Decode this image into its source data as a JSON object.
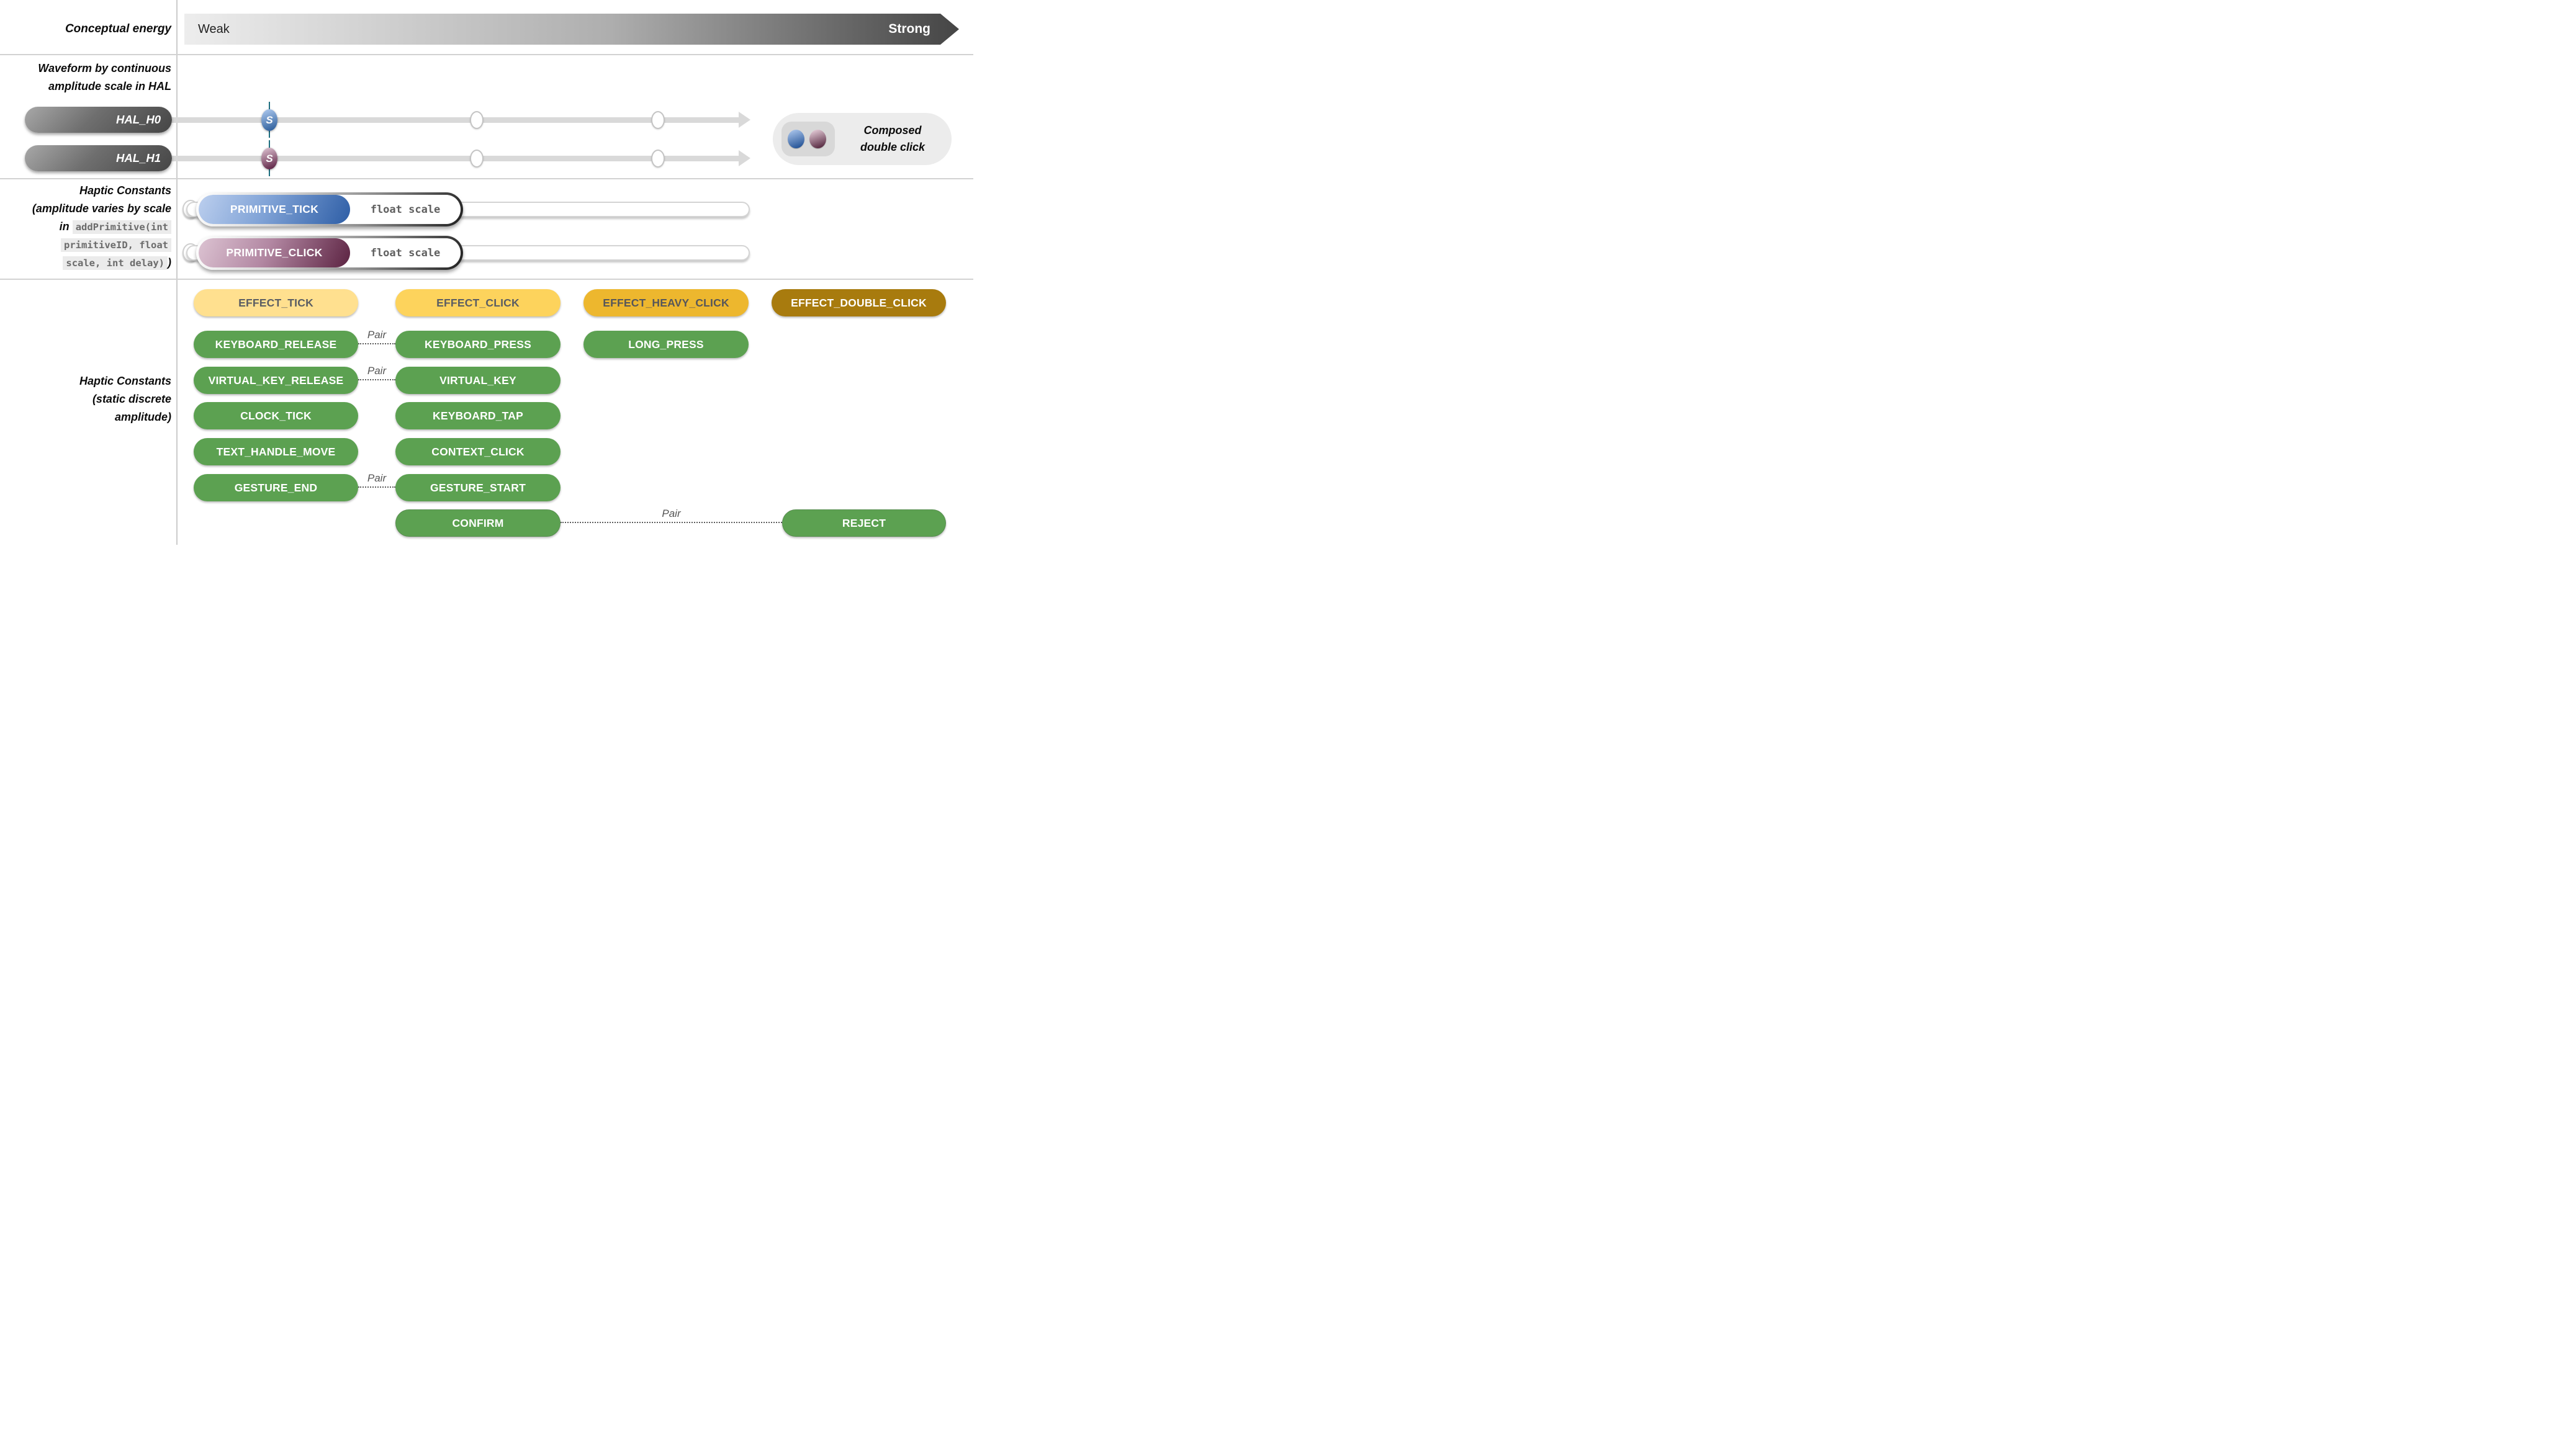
{
  "energy": {
    "label": "Conceptual energy",
    "weak": "Weak",
    "strong": "Strong"
  },
  "hal": {
    "title_line1": "Waveform by continuous",
    "title_line2": "amplitude scale in HAL",
    "rows": [
      {
        "name": "HAL_H0",
        "marker": "S"
      },
      {
        "name": "HAL_H1",
        "marker": "S"
      }
    ],
    "composed_line1": "Composed",
    "composed_line2": "double click"
  },
  "primitives": {
    "title_line1": "Haptic Constants",
    "title_line2": "(amplitude varies by scale",
    "in_word": "in",
    "code_line1": "addPrimitive(int",
    "code_line2": "primitiveID, float",
    "code_line3": "scale, int delay)",
    "close_paren": ")",
    "sliders": [
      {
        "label": "PRIMITIVE_TICK",
        "param": "float scale"
      },
      {
        "label": "PRIMITIVE_CLICK",
        "param": "float scale"
      }
    ]
  },
  "constants": {
    "title_line1": "Haptic Constants",
    "title_line2": "(static discrete",
    "title_line3": "amplitude)",
    "pair": "Pair",
    "buttons": {
      "effect_tick": "EFFECT_TICK",
      "effect_click": "EFFECT_CLICK",
      "effect_heavy_click": "EFFECT_HEAVY_CLICK",
      "effect_double_click": "EFFECT_DOUBLE_CLICK",
      "keyboard_release": "KEYBOARD_RELEASE",
      "keyboard_press": "KEYBOARD_PRESS",
      "long_press": "LONG_PRESS",
      "virtual_key_release": "VIRTUAL_KEY_RELEASE",
      "virtual_key": "VIRTUAL_KEY",
      "clock_tick": "CLOCK_TICK",
      "keyboard_tap": "KEYBOARD_TAP",
      "text_handle_move": "TEXT_HANDLE_MOVE",
      "context_click": "CONTEXT_CLICK",
      "gesture_end": "GESTURE_END",
      "gesture_start": "GESTURE_START",
      "confirm": "CONFIRM",
      "reject": "REJECT"
    }
  },
  "colors": {
    "green": "#5CA151",
    "yellow_light": "#FFE08F",
    "yellow": "#FDD35C",
    "amber": "#EDB72E",
    "gold_dark": "#A87B0E",
    "blue_dark": "#2E5EA6",
    "maroon_dark": "#5C2342",
    "teal_marker_line": "#1E6F80",
    "track_gray": "#D9D9D9"
  }
}
